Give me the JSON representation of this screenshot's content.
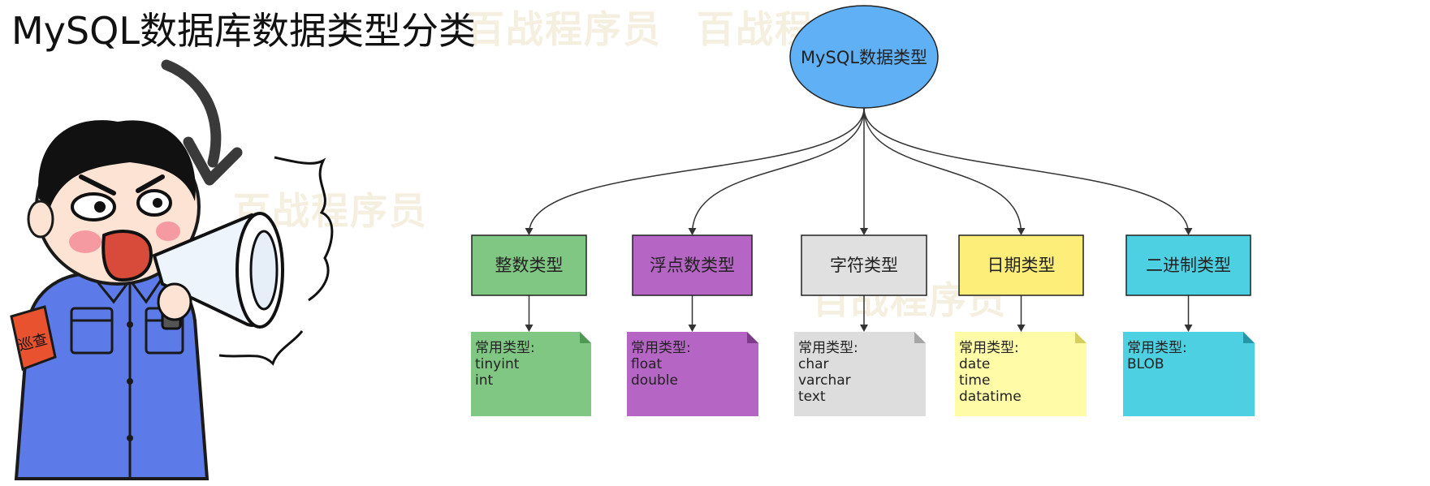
{
  "title": "MySQL数据库数据类型分类",
  "watermark": "百战程序员",
  "cartoon": {
    "armband_text": "巡查"
  },
  "diagram": {
    "root": {
      "label": "MySQL数据类型",
      "color": "#5fb0f5"
    },
    "categories": [
      {
        "label": "整数类型",
        "color": "#81c784",
        "note_color": "#81c784",
        "note_fold": "#4e9a55",
        "note_title": "常用类型:",
        "types": [
          "tinyint",
          "int"
        ]
      },
      {
        "label": "浮点数类型",
        "color": "#b565c4",
        "note_color": "#b565c4",
        "note_fold": "#7d3a8a",
        "note_title": "常用类型:",
        "types": [
          "float",
          "double"
        ]
      },
      {
        "label": "字符类型",
        "color": "#e0e0e0",
        "note_color": "#dddddd",
        "note_fold": "#a6a6a6",
        "note_title": "常用类型:",
        "types": [
          "char",
          "varchar",
          "text"
        ]
      },
      {
        "label": "日期类型",
        "color": "#fdee7a",
        "note_color": "#fffba6",
        "note_fold": "#d6cf5e",
        "note_title": "常用类型:",
        "types": [
          "date",
          "time",
          "datatime"
        ]
      },
      {
        "label": "二进制类型",
        "color": "#4dd0e1",
        "note_color": "#4dd0e1",
        "note_fold": "#2596a6",
        "note_title": "常用类型:",
        "types": [
          "BLOB"
        ]
      }
    ]
  }
}
